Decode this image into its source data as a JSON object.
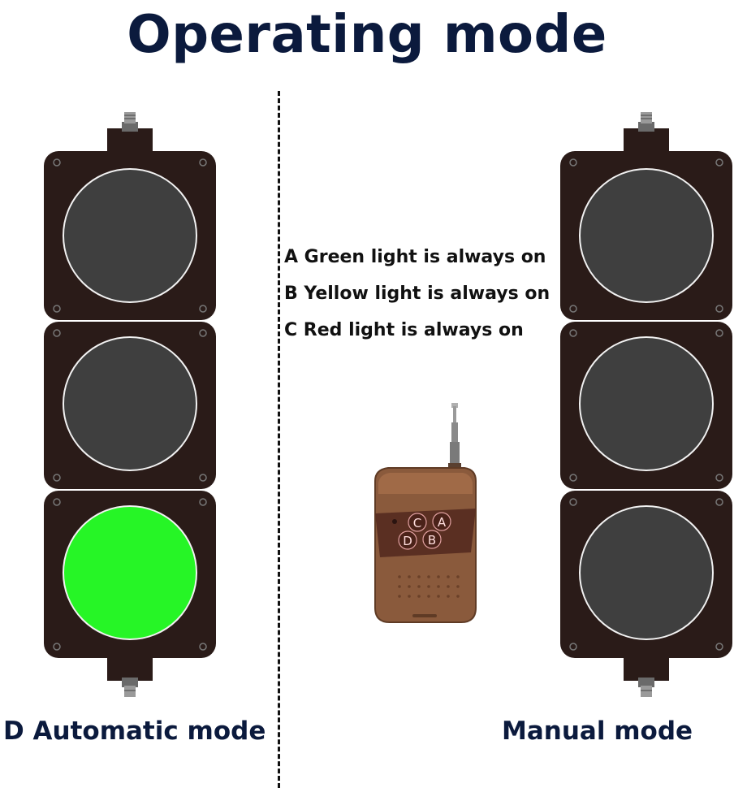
{
  "title": "Operating mode",
  "legend": {
    "items": [
      "A Green light is always on",
      "B Yellow light is always on",
      "C Red light is always on"
    ]
  },
  "remote": {
    "buttons": [
      "C",
      "A",
      "D",
      "B"
    ]
  },
  "left_signal": {
    "caption": "D Automatic mode",
    "lit_lamp": "bottom",
    "lit_color": "#26f526"
  },
  "right_signal": {
    "caption": "Manual mode",
    "lit_lamp": "none"
  },
  "colors": {
    "housing": "#2a1b18",
    "lamp_off": "#3f3f3f",
    "lamp_ring": "#f2f2f2",
    "title": "#0b1a3d",
    "remote_body": "#8a5a3c"
  }
}
